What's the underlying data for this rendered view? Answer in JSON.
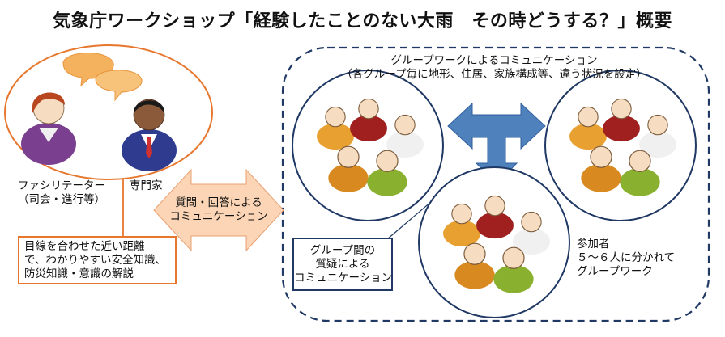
{
  "title": "気象庁ワークショップ「経験したことのない大雨　その時どうする？」概要",
  "facilitator": {
    "line1": "ファシリテーター",
    "line2": "（司会・進行等）"
  },
  "expert": "専門家",
  "qa_arrow": {
    "line1": "質問・回答による",
    "line2": "コミュニケーション"
  },
  "explain_box": {
    "line1": "目線を合わせた近い距離",
    "line2": "で、わかりやすい安全知識、",
    "line3": "防災知識・意識の解説"
  },
  "group_comm": {
    "line1": "グループワークによるコミュニケーション",
    "line2": "（各グループ毎に地形、住居、家族構成等、違う状況を設定）"
  },
  "inter_group_box": {
    "line1": "グループ間の",
    "line2": "質疑による",
    "line3": "コミュニケーション"
  },
  "participants": {
    "line1": "参加者",
    "line2": "５〜６人に分かれて",
    "line3": "グループワーク"
  },
  "colors": {
    "orange": "#e8772e",
    "navy": "#1f3864",
    "arrow_peach": "#fbd5b5",
    "arrow_blue": "#4f81bd"
  }
}
